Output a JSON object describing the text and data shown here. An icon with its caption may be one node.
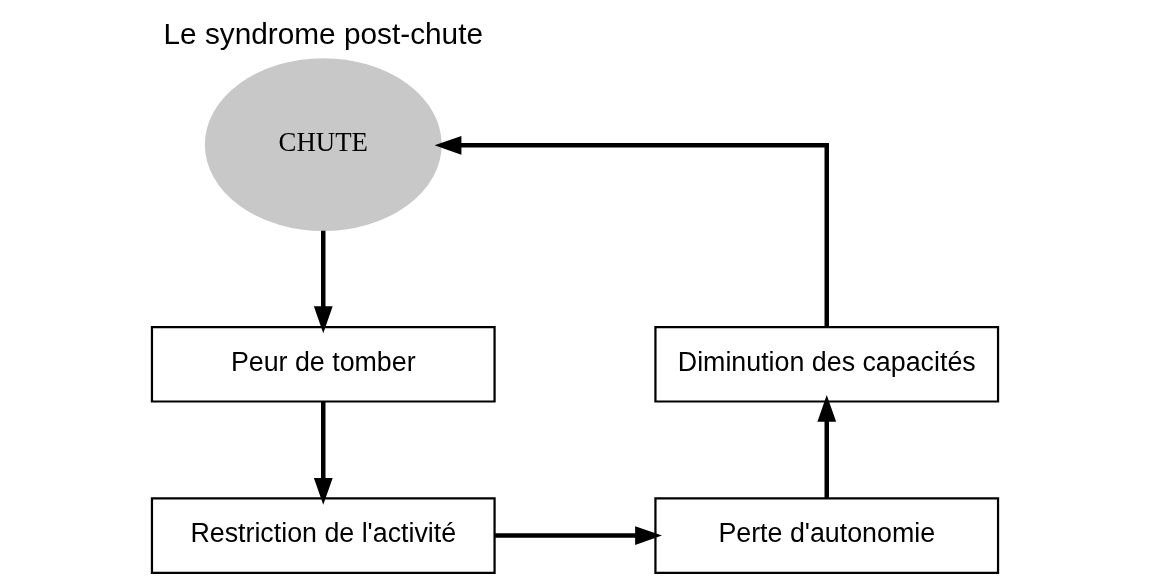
{
  "diagram": {
    "title": "Le syndrome post-chute",
    "nodes": [
      {
        "text": [
          "CHUTE"
        ]
      },
      {
        "text": [
          "Peur de tomber"
        ]
      },
      {
        "text": [
          "Restriction de l'activité"
        ]
      },
      {
        "text": [
          "Perte d'autonomie"
        ]
      },
      {
        "text": [
          "Diminution des capacités"
        ]
      }
    ],
    "edges": [
      {
        "from": 0,
        "to": 1,
        "arrow": "to"
      },
      {
        "from": 1,
        "to": 2,
        "arrow": "to"
      },
      {
        "from": 2,
        "to": 3,
        "arrow": "to"
      },
      {
        "from": 3,
        "to": 4,
        "arrow": "to"
      },
      {
        "from": 4,
        "to": 0,
        "arrow": "to"
      }
    ]
  }
}
